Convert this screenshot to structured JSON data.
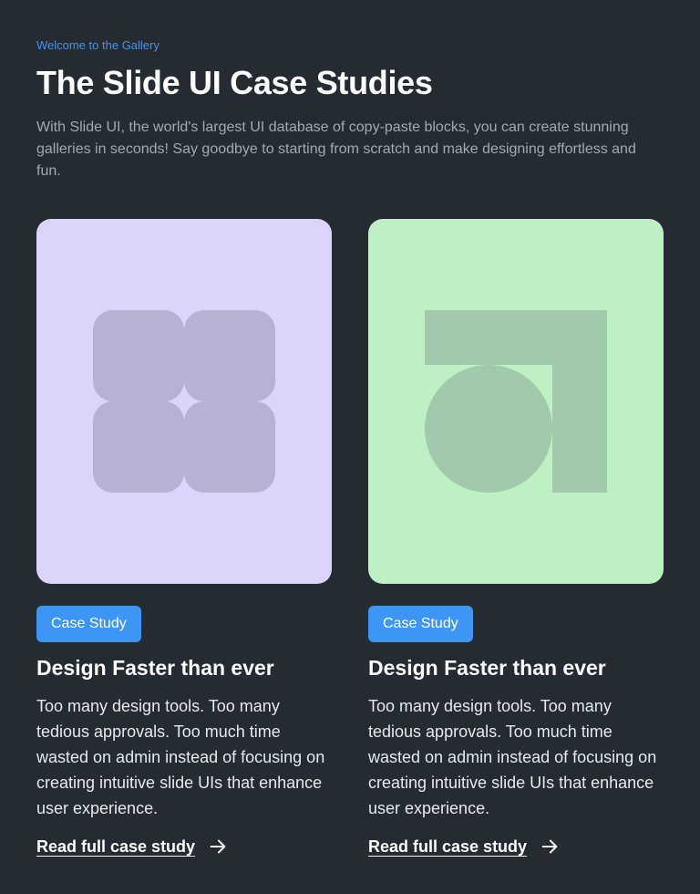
{
  "header": {
    "eyebrow": "Welcome to the Gallery",
    "title": "The Slide UI Case Studies",
    "intro": "With Slide UI, the world's largest UI database of copy-paste blocks, you can create stunning galleries in seconds! Say goodbye to starting from scratch and make designing effortless and fun."
  },
  "colors": {
    "background": "#252b32",
    "accent": "#3e96f4",
    "card1_bg": "#dcd4fb",
    "card1_shape": "#b9b1d4",
    "card2_bg": "#bef0c6",
    "card2_shape": "#a0caa9"
  },
  "cards": [
    {
      "badge": "Case Study",
      "title": "Design Faster than ever",
      "body": "Too many design tools. Too many tedious approvals. Too much time wasted on admin instead of focusing on creating intuitive slide UIs that enhance user experience.",
      "link": "Read full case study",
      "illustration_icon": "four-rounded-squares-icon"
    },
    {
      "badge": "Case Study",
      "title": "Design Faster than ever",
      "body": "Too many design tools. Too many tedious approvals. Too much time wasted on admin instead of focusing on creating intuitive slide UIs that enhance user experience.",
      "link": "Read full case study",
      "illustration_icon": "circle-and-bracket-icon"
    }
  ]
}
